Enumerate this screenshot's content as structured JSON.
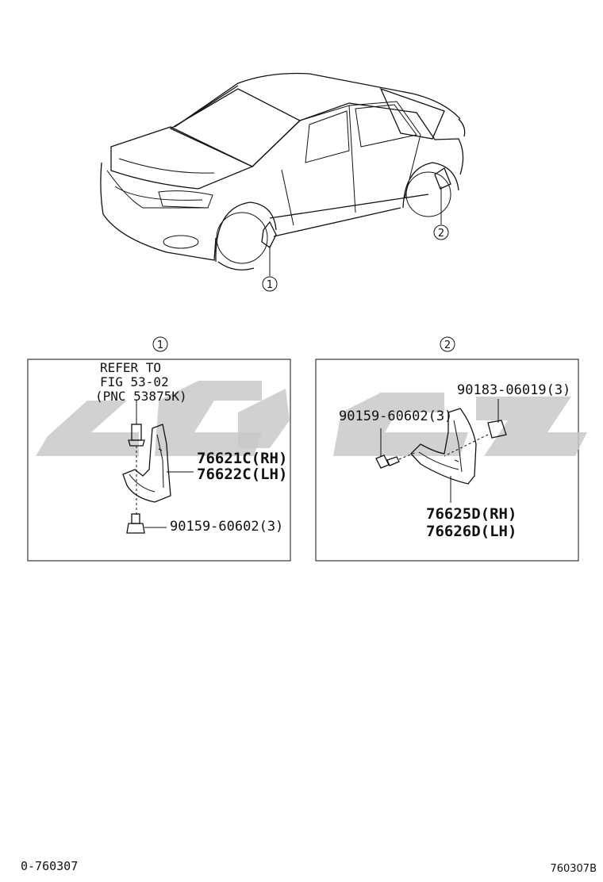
{
  "detail_1": {
    "marker": "1",
    "note_line1": "REFER TO",
    "note_line2": "FIG 53-02",
    "note_line3": "(PNC 53875K)",
    "part_rh": "76621C(RH)",
    "part_lh": "76622C(LH)",
    "bolt": "90159-60602(3)"
  },
  "detail_2": {
    "marker": "2",
    "clip": "90183-06019(3)",
    "bolt": "90159-60602(3)",
    "part_rh": "76625D(RH)",
    "part_lh": "76626D(LH)"
  },
  "callouts": {
    "front": "1",
    "rear": "2"
  },
  "footer": {
    "left": "0-760307",
    "right": "760307B"
  }
}
